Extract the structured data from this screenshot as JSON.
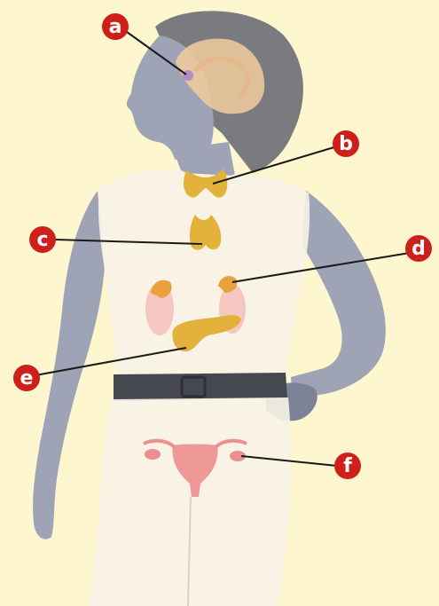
{
  "labels": {
    "a": "a",
    "b": "b",
    "c": "c",
    "d": "d",
    "e": "e",
    "f": "f"
  },
  "colors": {
    "background": "#fdf6cf",
    "figure": "#9ea4b6",
    "figure_dark": "#6f7587",
    "hair": "#4e5263",
    "clothes": "#f7f3e6",
    "gland_yellow": "#e3b23a",
    "gland_orange": "#e8a13c",
    "kidney_pink": "#f4c7c0",
    "reproductive_pink": "#ec8f8f",
    "brain_peach": "#f1cc9c",
    "marker_red": "#cf1f1a",
    "line": "#1a1a1a",
    "belt": "#45484f"
  },
  "icons": [
    "callout-marker-icon"
  ]
}
